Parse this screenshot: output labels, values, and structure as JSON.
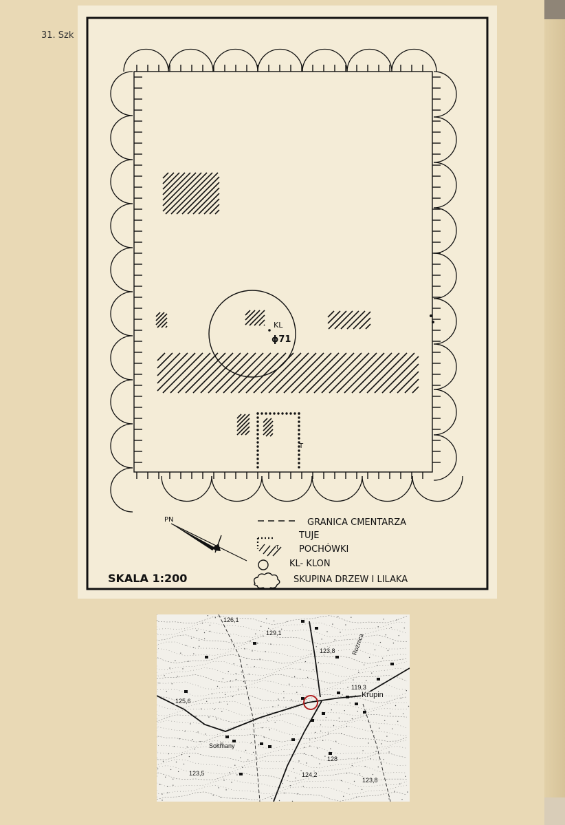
{
  "page_ref": "31. Szk",
  "plan": {
    "legend": [
      {
        "symbol": "dash-line-icon",
        "label": "GRANICA CMENTARZA"
      },
      {
        "symbol": "dotted-thuja-icon",
        "label": "TUJE"
      },
      {
        "symbol": "hatch-icon",
        "label": "POCHÓWKI"
      },
      {
        "symbol": "circle-icon",
        "label": "KL- KLON"
      },
      {
        "symbol": "cloud-icon",
        "label": "SKUPINA DRZEW I LILAKA"
      }
    ],
    "scale": "SKALA 1:200",
    "north_label": "PN",
    "tree_code": "KL",
    "tree_diameter": "ϕ71",
    "thuja_mark": "T",
    "legend_thuja_mark": "T"
  },
  "map": {
    "labels": {
      "village_main": "Krupin",
      "village_west": "Sołtmany",
      "river": "Rożnica",
      "elevations": [
        "126,1",
        "129,1",
        "123,8",
        "119,3",
        "125,6",
        "128",
        "123,5",
        "124,2",
        "123,8"
      ]
    },
    "marker_color": "#b02020"
  }
}
